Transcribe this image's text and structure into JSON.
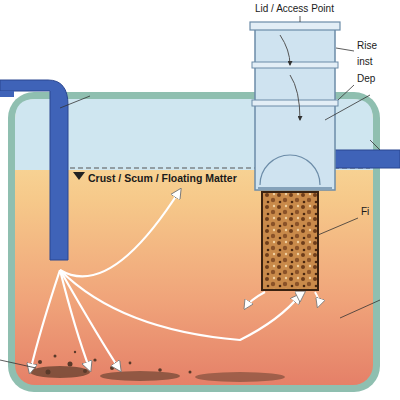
{
  "diagram": {
    "labels": [
      "Lid / Access Point",
      "Rise",
      "inst",
      "Dep",
      "Crust / Scum / Floating Matter",
      "Fi"
    ]
  }
}
